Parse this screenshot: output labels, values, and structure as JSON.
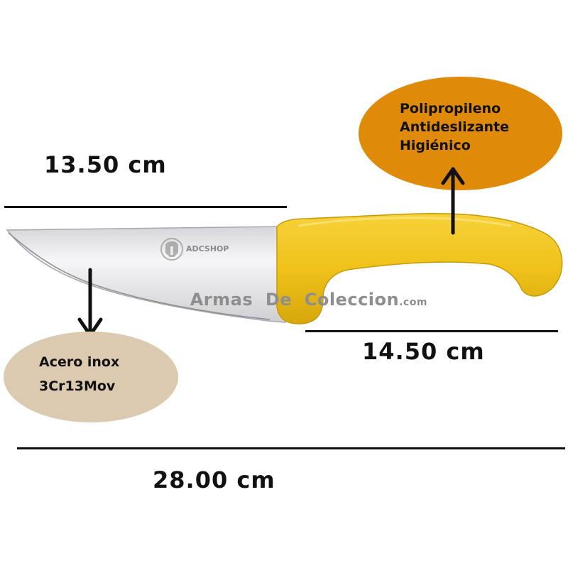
{
  "dimensions": {
    "blade_length": "13.50 cm",
    "handle_length": "14.50 cm",
    "total_length": "28.00 cm"
  },
  "labels": {
    "handle": {
      "lines": [
        "Polipropileno",
        "Antideslizante",
        "Higiénico"
      ],
      "color": "#e08a0a"
    },
    "blade": {
      "lines": [
        "Acero inox",
        "3Cr13Mov"
      ],
      "color": "#dccab0"
    }
  },
  "watermark": {
    "logo_text": "ADCSHOP",
    "text": "Armas  De  Coleccion",
    "suffix": ".com"
  },
  "colors": {
    "handle": "#f0c21a",
    "blade": "#e9e9ec"
  },
  "icons": [
    "arrow-up-icon",
    "arrow-down-icon",
    "helmet-logo-icon",
    "knife-illustration"
  ]
}
